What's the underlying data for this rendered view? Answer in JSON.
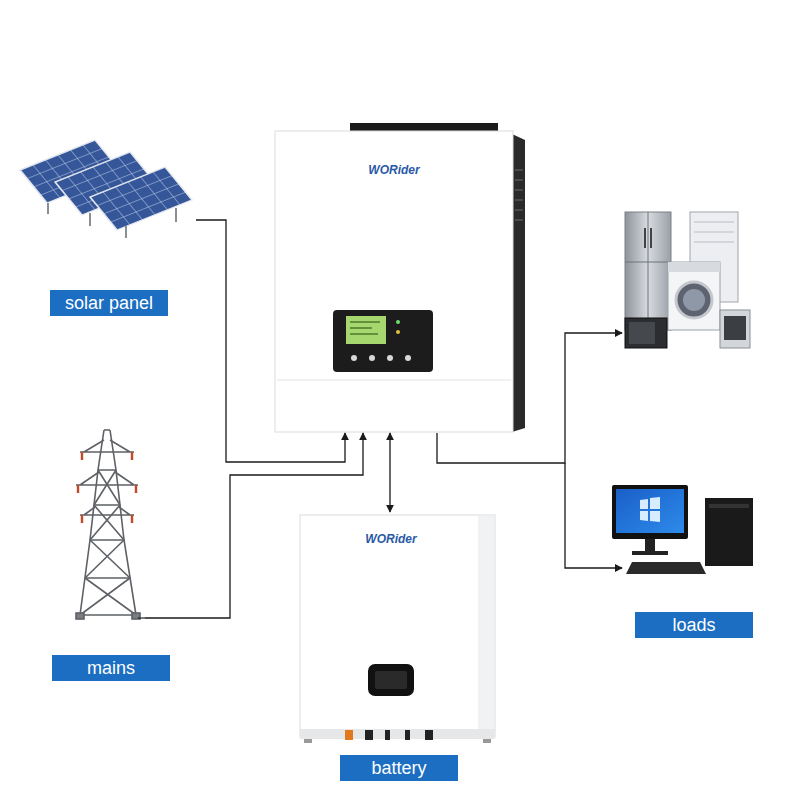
{
  "diagram": {
    "nodes": [
      {
        "text": [
          "solar panel"
        ]
      },
      {
        "text": [
          "mains"
        ]
      },
      {
        "text": [
          "WORider"
        ]
      },
      {
        "text": [
          "WORider",
          "battery"
        ]
      },
      {
        "text": [
          "loads"
        ]
      }
    ],
    "edges": [
      {
        "from": 0,
        "to": 2,
        "arrow": "to"
      },
      {
        "from": 1,
        "to": 2,
        "arrow": "to"
      },
      {
        "from": 2,
        "to": 3,
        "arrow": "both"
      },
      {
        "from": 2,
        "to": 4,
        "arrow": "to"
      }
    ]
  }
}
